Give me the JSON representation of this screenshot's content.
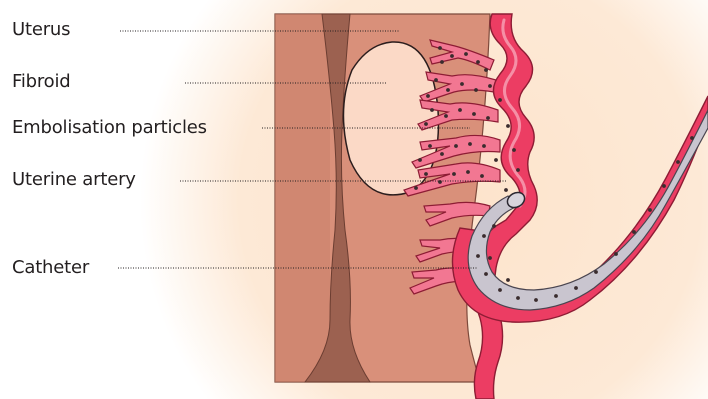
{
  "labels": {
    "uterus": "Uterus",
    "fibroid": "Fibroid",
    "particles": "Embolisation particles",
    "artery": "Uterine artery",
    "catheter": "Catheter"
  },
  "colors": {
    "background_glow": "#fde4cc",
    "uterus_tissue": "#d9907a",
    "uterus_wall_light": "#e6a48f",
    "uterine_cavity": "#9c6150",
    "fibroid": "#fbd9c6",
    "artery_red": "#ec3d63",
    "artery_pink": "#f58aa0",
    "catheter_grey": "#c9c5cf",
    "particle": "#3a2c2e",
    "leader_line": "#231f20"
  }
}
